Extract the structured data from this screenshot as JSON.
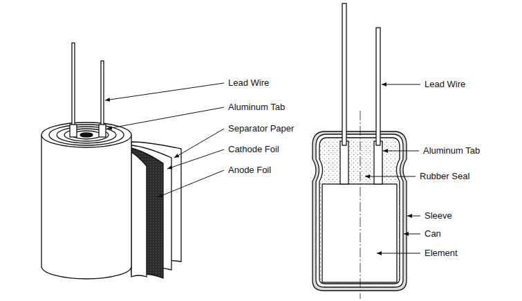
{
  "diagram": {
    "labels": [
      "Lead Wire",
      "Aluminum Tab",
      "Separator Paper",
      "Cathode Foil",
      "Anode Foil",
      "Lead Wire",
      "Aluminum Tab",
      "Rubber Seal",
      "Sleeve",
      "Can",
      "Element"
    ]
  }
}
